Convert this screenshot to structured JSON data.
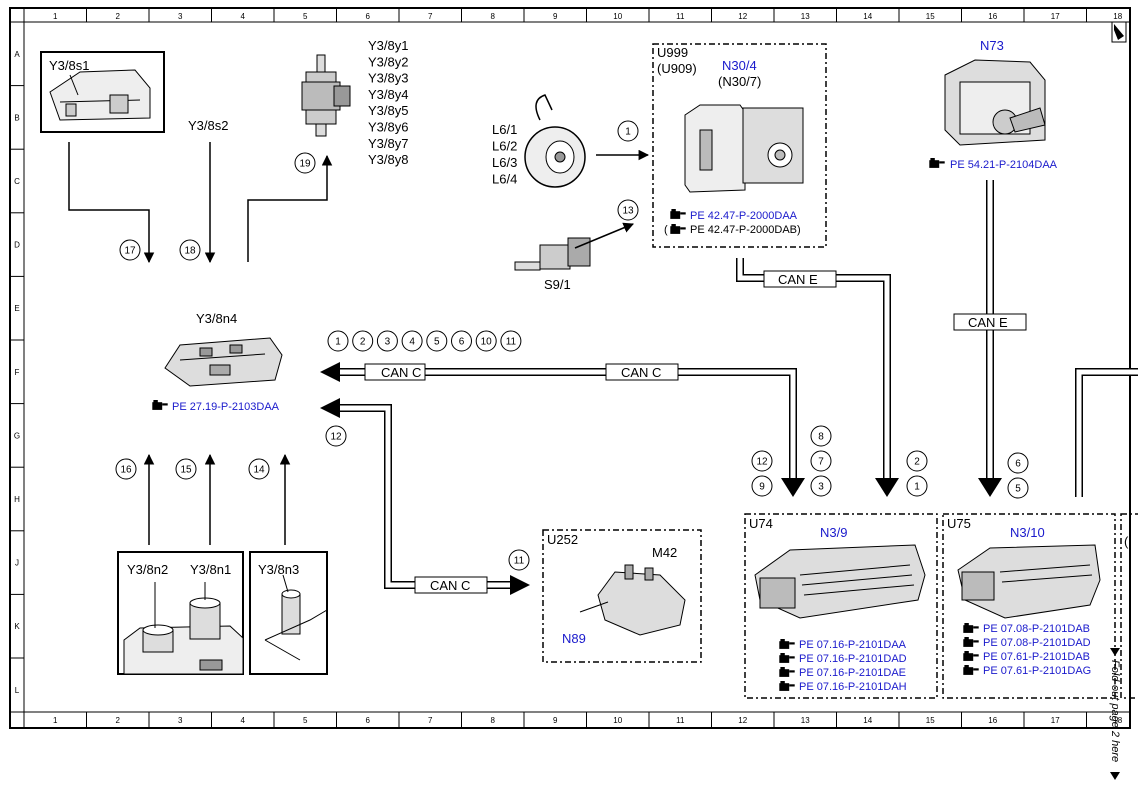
{
  "grid": {
    "columns": [
      "1",
      "2",
      "3",
      "4",
      "5",
      "6",
      "7",
      "8",
      "9",
      "10",
      "11",
      "12",
      "13",
      "14",
      "15",
      "16",
      "17",
      "18"
    ],
    "rows": [
      "A",
      "B",
      "C",
      "D",
      "E",
      "F",
      "G",
      "H",
      "J",
      "K",
      "L"
    ]
  },
  "components": {
    "y3_8s1": "Y3/8s1",
    "y3_8s2": "Y3/8s2",
    "valves": [
      "Y3/8y1",
      "Y3/8y2",
      "Y3/8y3",
      "Y3/8y4",
      "Y3/8y5",
      "Y3/8y6",
      "Y3/8y7",
      "Y3/8y8"
    ],
    "y3_8n4": "Y3/8n4",
    "y3_8n2": "Y3/8n2",
    "y3_8n1": "Y3/8n1",
    "y3_8n3": "Y3/8n3",
    "l6": [
      "L6/1",
      "L6/2",
      "L6/3",
      "L6/4"
    ],
    "s9_1": "S9/1",
    "u999": "U999",
    "u909": "(U909)",
    "n30_4": "N30/4",
    "n30_7": "(N30/7)",
    "n73": "N73",
    "u252": "U252",
    "m42": "M42",
    "n89": "N89",
    "u74": "U74",
    "n3_9": "N3/9",
    "u75": "U75",
    "n3_10": "N3/10",
    "u_partial": "("
  },
  "refs": {
    "n4": "PE 27.19-P-2103DAA",
    "n30_a": "PE 42.47-P-2000DAA",
    "n30_b": "PE 42.47-P-2000DAB",
    "n30_b_open": "(",
    "n30_b_close": ")",
    "n73": "PE 54.21-P-2104DAA",
    "n3_9": [
      "PE 07.16-P-2101DAA",
      "PE 07.16-P-2101DAD",
      "PE 07.16-P-2101DAE",
      "PE 07.16-P-2101DAH"
    ],
    "n3_10": [
      "PE 07.08-P-2101DAB",
      "PE 07.08-P-2101DAD",
      "PE 07.61-P-2101DAB",
      "PE 07.61-P-2101DAG"
    ]
  },
  "buses": {
    "can_c": "CAN C",
    "can_e": "CAN E"
  },
  "circles": {
    "c1": "1",
    "c13": "13",
    "c17": "17",
    "c18": "18",
    "c19": "19",
    "row": [
      "1",
      "2",
      "3",
      "4",
      "5",
      "6",
      "10",
      "11"
    ],
    "c12_left": "12",
    "c16": "16",
    "c15": "15",
    "c14": "14",
    "c11": "11",
    "c8": "8",
    "c12": "12",
    "c7": "7",
    "c9": "9",
    "c3": "3",
    "c2": "2",
    "c1b": "1",
    "c6": "6",
    "c5": "5"
  },
  "side_note": "Fold-out page 2 here"
}
